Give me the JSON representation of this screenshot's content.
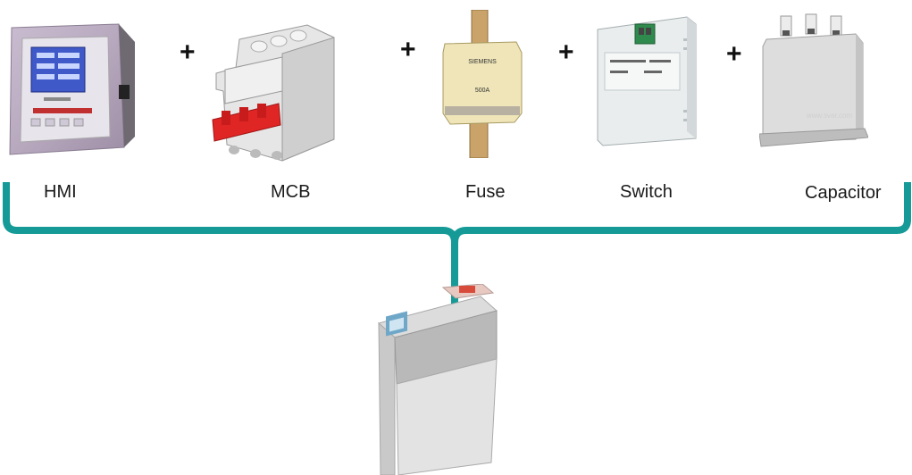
{
  "components": [
    {
      "label": "HMI",
      "icon": "hmi-controller-icon"
    },
    {
      "label": "MCB",
      "icon": "circuit-breaker-icon"
    },
    {
      "label": "Fuse",
      "icon": "fuse-icon"
    },
    {
      "label": "Switch",
      "icon": "switch-module-icon"
    },
    {
      "label": "Capacitor",
      "icon": "capacitor-icon"
    }
  ],
  "operator": "+",
  "fuse_brand": "SIEMENS",
  "fuse_rating": "500A",
  "capacitor_watermark": "www.svar.com",
  "result_icon": "smart-capacitor-icon",
  "brace_color": "#159a97"
}
